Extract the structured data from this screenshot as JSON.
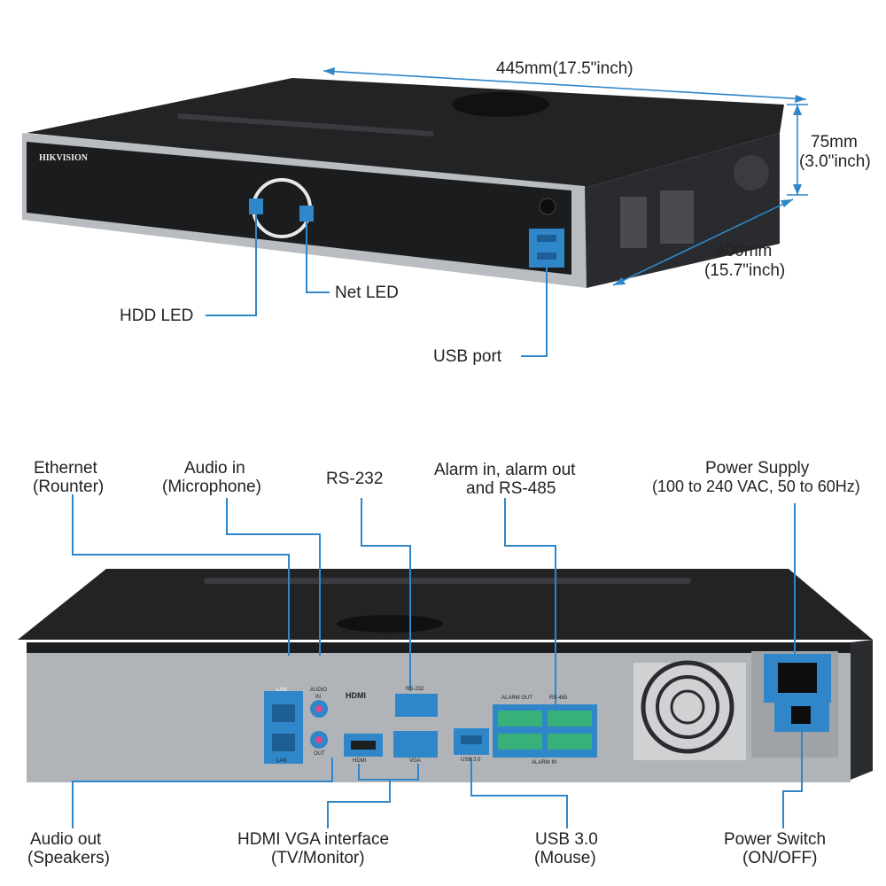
{
  "brand": "HIKVISION",
  "accent_color": "#2f86c8",
  "dimensions": {
    "width": "445mm(17.5\"inch)",
    "height_line1": "75mm",
    "height_line2": "(3.0\"inch)",
    "depth_line1": "400mm",
    "depth_line2": "(15.7\"inch)"
  },
  "front_callouts": {
    "net_led": "Net LED",
    "hdd_led": "HDD LED",
    "usb_port": "USB port"
  },
  "rear_callouts": {
    "ethernet_line1": "Ethernet",
    "ethernet_line2": "(Rounter)",
    "audio_in_line1": "Audio in",
    "audio_in_line2": "(Microphone)",
    "rs232": "RS-232",
    "alarm_line1": "Alarm in, alarm out",
    "alarm_line2": "and RS-485",
    "power_supply_line1": "Power Supply",
    "power_supply_line2": "(100 to 240 VAC, 50 to 60Hz)",
    "audio_out_line1": "Audio out",
    "audio_out_line2": "(Speakers)",
    "hdmi_vga_line1": "HDMI VGA interface",
    "hdmi_vga_line2": "(TV/Monitor)",
    "usb30_line1": "USB 3.0",
    "usb30_line2": "(Mouse)",
    "power_switch_line1": "Power Switch",
    "power_switch_line2": "(ON/OFF)"
  },
  "panel_labels": {
    "lan": "LAN",
    "audio": "AUDIO",
    "in": "IN",
    "out": "OUT",
    "hdmi": "HDMI",
    "rs232": "RS-232",
    "vga": "VGA",
    "usb30": "USB 3.0",
    "alarm_out": "ALARM OUT",
    "rs485": "RS-485",
    "alarm_in": "ALARM IN"
  }
}
